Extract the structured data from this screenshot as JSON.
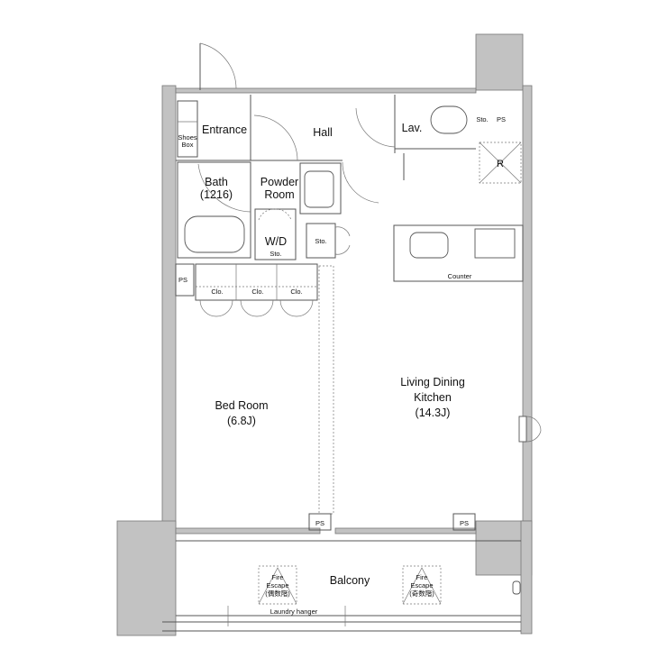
{
  "rooms": {
    "entrance": "Entrance",
    "shoes_box_1": "Shoes",
    "shoes_box_2": "Box",
    "hall": "Hall",
    "lav": "Lav.",
    "sto_top": "Sto.",
    "ps_top": "PS",
    "refrigerator": "R",
    "bath": "Bath",
    "bath_size": "(1216)",
    "powder_1": "Powder",
    "powder_2": "Room",
    "wd": "W/D",
    "wd_sto": "Sto.",
    "sto_mid": "Sto.",
    "counter": "Counter",
    "ps_left": "PS",
    "clo_1": "Clo.",
    "clo_2": "Clo.",
    "clo_3": "Clo.",
    "bedroom": "Bed Room",
    "bedroom_size": "(6.8J)",
    "ldk_1": "Living Dining",
    "ldk_2": "Kitchen",
    "ldk_size": "(14.3J)",
    "ps_bottom_1": "PS",
    "ps_bottom_2": "PS",
    "balcony": "Balcony",
    "fire_escape_1": [
      "Fire",
      "Escape",
      "(偶数階)"
    ],
    "fire_escape_2": [
      "Fire",
      "Escape",
      "(奇数階)"
    ],
    "laundry_hanger": "Laundry hanger"
  },
  "colors": {
    "wall": "#c2c2c2",
    "line": "#555555"
  }
}
